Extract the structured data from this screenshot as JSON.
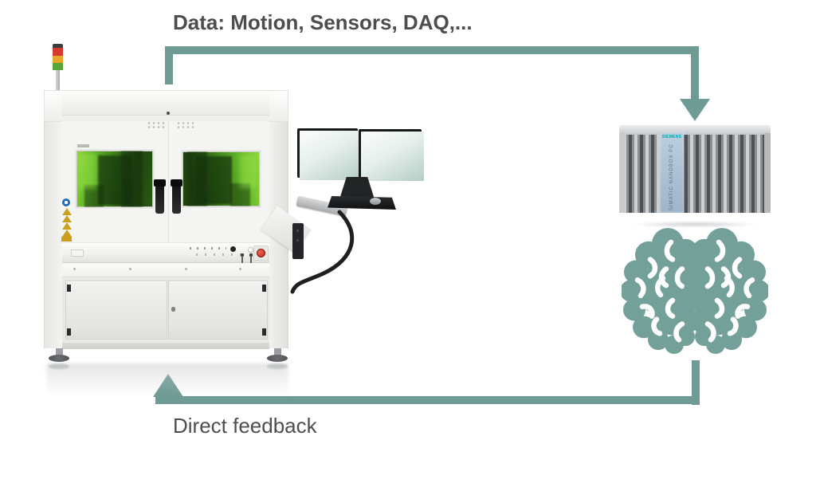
{
  "labels": {
    "data_flow": "Data: Motion, Sensors, DAQ,...",
    "feedback": "Direct feedback"
  },
  "pc": {
    "brand": "SIEMENS",
    "model": "SIMATIC NANOBOX PC"
  },
  "colors": {
    "arrow": "#6F9B95",
    "brain": "#73A099",
    "label-text": "#4C4D4F",
    "siemens-brand": "#00A5AB",
    "window-green": "#5FB024",
    "estop-red": "#C1271A"
  },
  "icons": {
    "brain": "brain-icon",
    "signal_tower": "signal-tower-icon",
    "warning_triangle": "warning-triangle-icon",
    "emergency_stop": "emergency-stop-button",
    "arrow_down": "arrow-down-icon",
    "arrow_up": "arrow-up-icon"
  }
}
